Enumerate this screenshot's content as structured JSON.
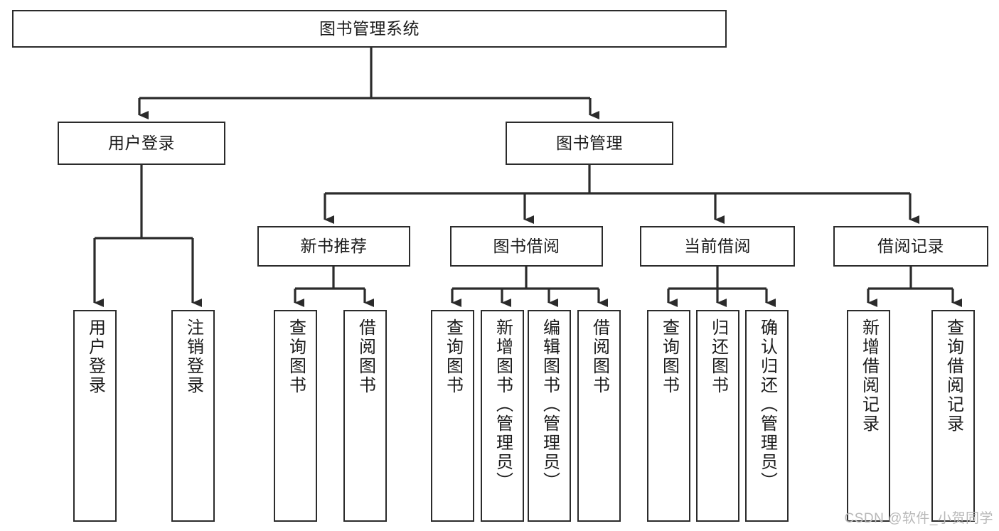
{
  "diagram": {
    "title": "图书管理系统",
    "type": "功能结构图",
    "watermark": "CSDN @软件_小贺同学",
    "colors": {
      "stroke": "#2b2b2b",
      "fill": "#ffffff",
      "text": "#1b1b1b",
      "watermark": "#b8b8b8"
    },
    "nodes": {
      "root": {
        "label": "图书管理系统"
      },
      "level1": [
        {
          "id": "user-login",
          "label": "用户登录"
        },
        {
          "id": "book-manage",
          "label": "图书管理"
        }
      ],
      "level2": [
        {
          "id": "new-book-recommend",
          "label": "新书推荐"
        },
        {
          "id": "book-borrow",
          "label": "图书借阅"
        },
        {
          "id": "current-borrow",
          "label": "当前借阅"
        },
        {
          "id": "borrow-record",
          "label": "借阅记录"
        }
      ],
      "leaves": {
        "user_login": [
          {
            "id": "leaf-user-login",
            "label": "用户登录"
          },
          {
            "id": "leaf-logout-login",
            "label": "注销登录"
          }
        ],
        "new_book_recommend": [
          {
            "id": "leaf-query-book-1",
            "label": "查询图书"
          },
          {
            "id": "leaf-borrow-book-1",
            "label": "借阅图书"
          }
        ],
        "book_borrow": [
          {
            "id": "leaf-query-book-2",
            "label": "查询图书"
          },
          {
            "id": "leaf-add-book",
            "label": "新增图书（管理员）"
          },
          {
            "id": "leaf-edit-book",
            "label": "编辑图书（管理员）"
          },
          {
            "id": "leaf-borrow-book-2",
            "label": "借阅图书"
          }
        ],
        "current_borrow": [
          {
            "id": "leaf-query-book-3",
            "label": "查询图书"
          },
          {
            "id": "leaf-return-book",
            "label": "归还图书"
          },
          {
            "id": "leaf-confirm-return",
            "label": "确认归还（管理员）"
          }
        ],
        "borrow_record": [
          {
            "id": "leaf-add-record",
            "label": "新增借阅记录"
          },
          {
            "id": "leaf-query-record",
            "label": "查询借阅记录"
          }
        ]
      }
    }
  }
}
